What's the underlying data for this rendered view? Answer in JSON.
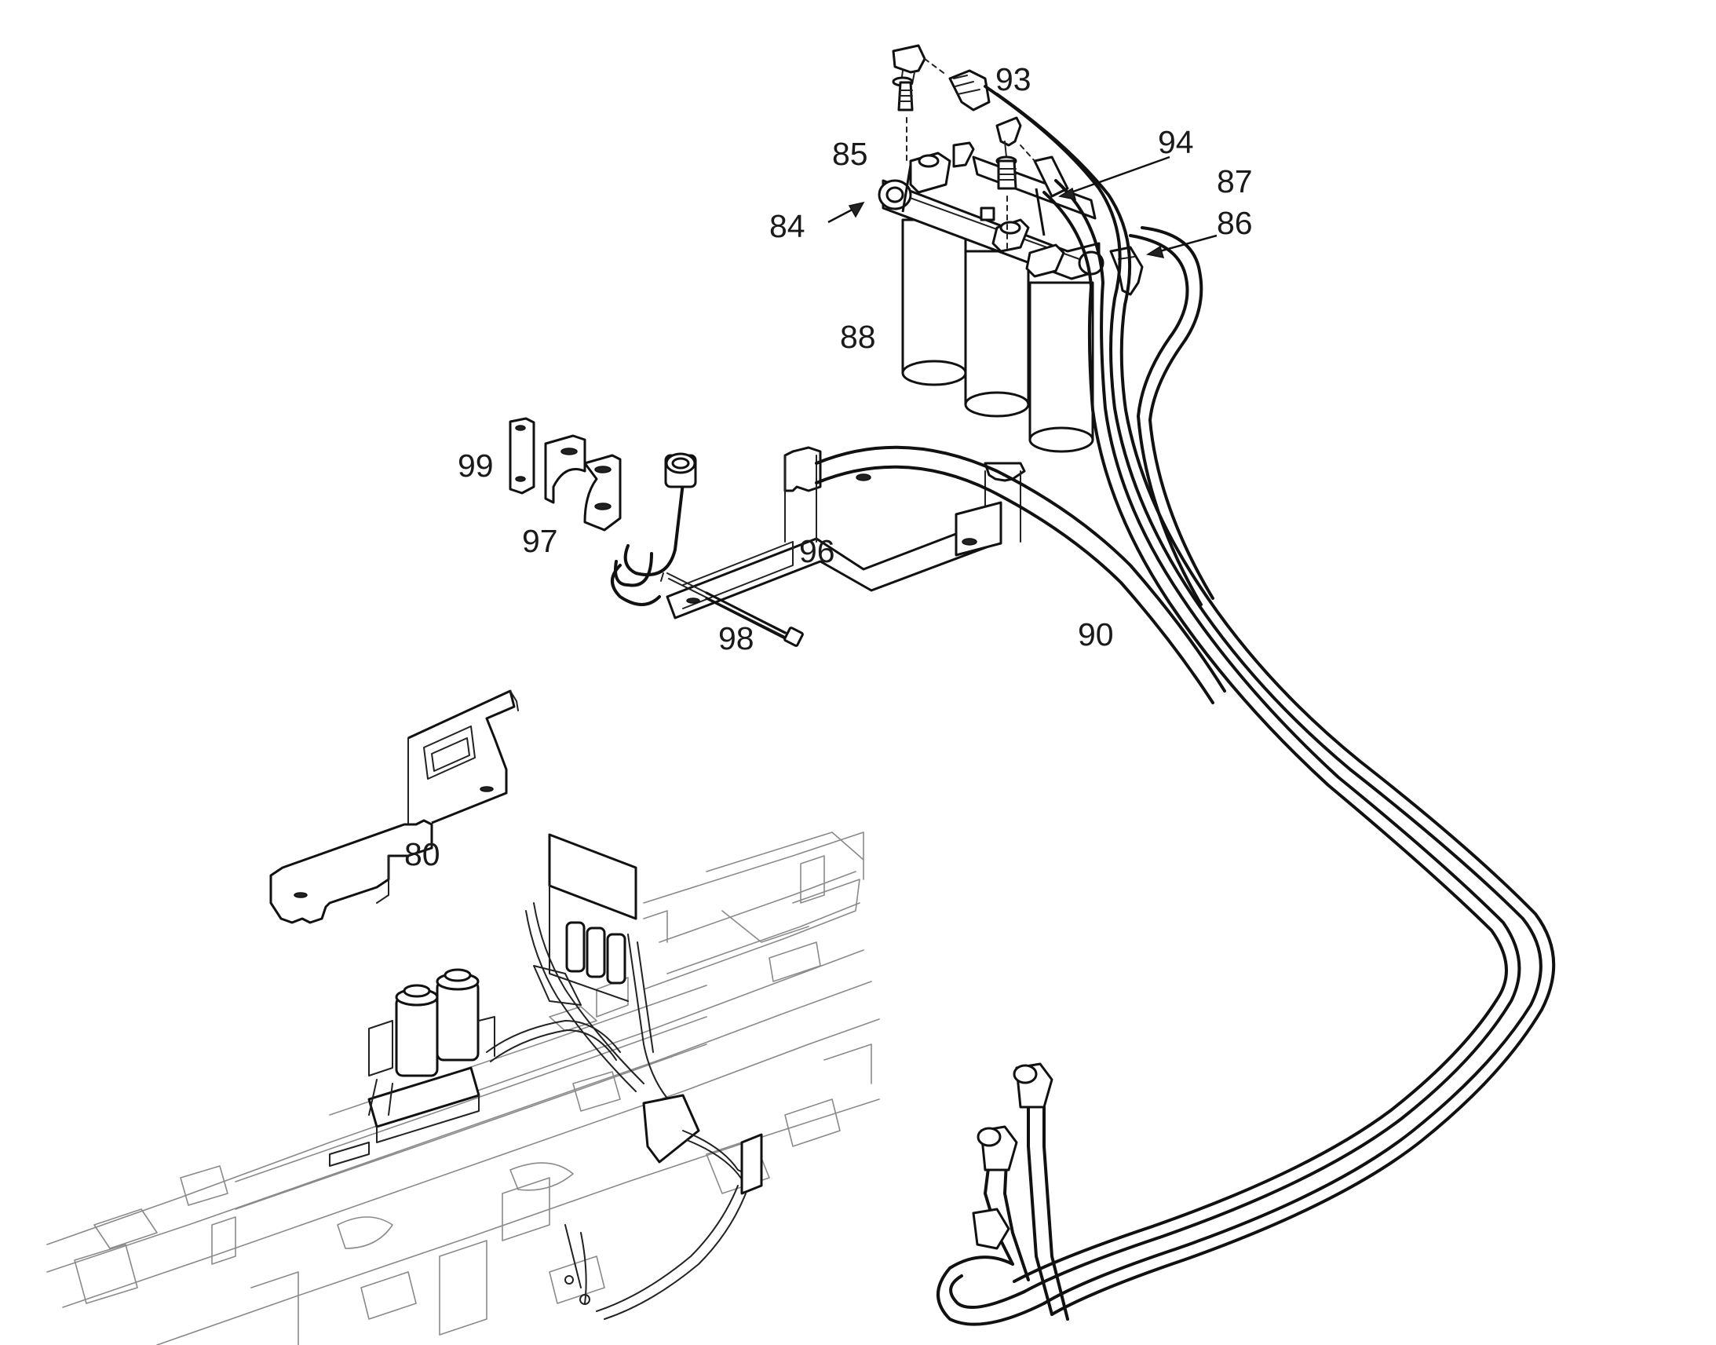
{
  "callouts": [
    {
      "id": "93",
      "text": "93"
    },
    {
      "id": "85",
      "text": "85"
    },
    {
      "id": "94",
      "text": "94"
    },
    {
      "id": "87",
      "text": "87"
    },
    {
      "id": "86",
      "text": "86"
    },
    {
      "id": "84",
      "text": "84"
    },
    {
      "id": "88",
      "text": "88"
    },
    {
      "id": "99",
      "text": "99"
    },
    {
      "id": "97",
      "text": "97"
    },
    {
      "id": "96",
      "text": "96"
    },
    {
      "id": "98",
      "text": "98"
    },
    {
      "id": "90",
      "text": "90"
    },
    {
      "id": "80",
      "text": "80"
    }
  ],
  "colors": {
    "line": "#111111",
    "frame_line": "#8a8a8a",
    "background": "#ffffff"
  }
}
